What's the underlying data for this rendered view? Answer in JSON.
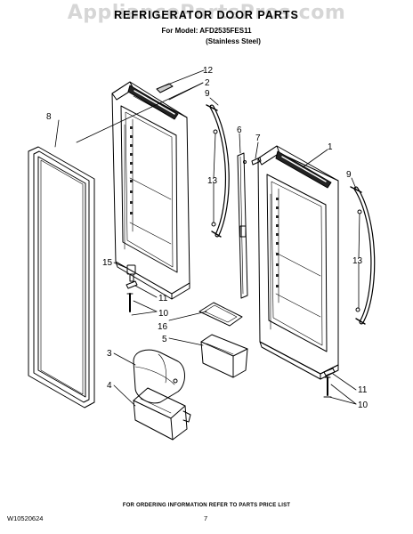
{
  "header": {
    "watermark": "AppliancePartsPros.com",
    "title": "REFRIGERATOR DOOR PARTS",
    "model_line": "For Model: AFD2535FES11",
    "finish_line": "(Stainless Steel)"
  },
  "callouts": {
    "c12": "12",
    "c2": "2",
    "c9a": "9",
    "c8": "8",
    "c6": "6",
    "c7": "7",
    "c1": "1",
    "c13a": "13",
    "c9b": "9",
    "c13b": "13",
    "c15": "15",
    "c11a": "11",
    "c10a": "10",
    "c16": "16",
    "c5": "5",
    "c3": "3",
    "c4": "4",
    "c11b": "11",
    "c10b": "10"
  },
  "footer": {
    "ordering_note": "FOR ORDERING INFORMATION REFER TO PARTS PRICE LIST",
    "doc_number": "W10520624",
    "page_number": "7"
  }
}
